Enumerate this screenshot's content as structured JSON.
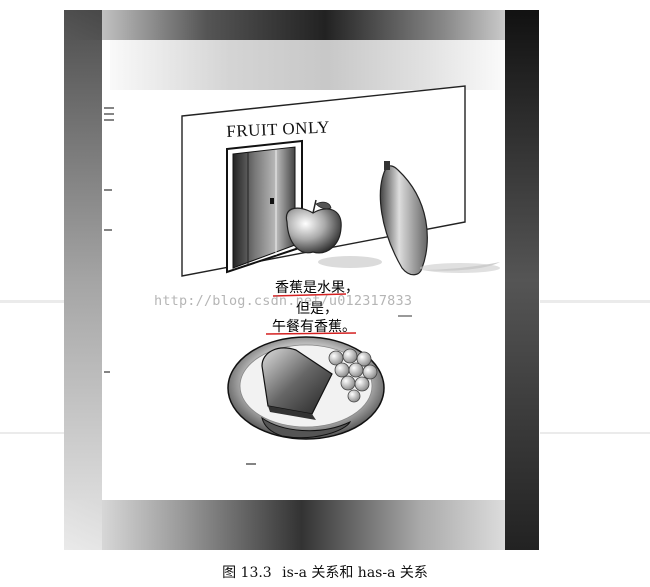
{
  "figure": {
    "sign_text": "FRUIT ONLY",
    "text_lines": [
      "香蕉是水果，",
      "但是，",
      "午餐有香蕉。"
    ],
    "watermark": "http://blog.csdn.net/u012317833",
    "caption_number": "图 13.3",
    "caption_title": "is-a 关系和 has-a 关系"
  },
  "colors": {
    "underline": "#d42020",
    "frame_dark": "#222222",
    "paper": "#ffffff"
  }
}
